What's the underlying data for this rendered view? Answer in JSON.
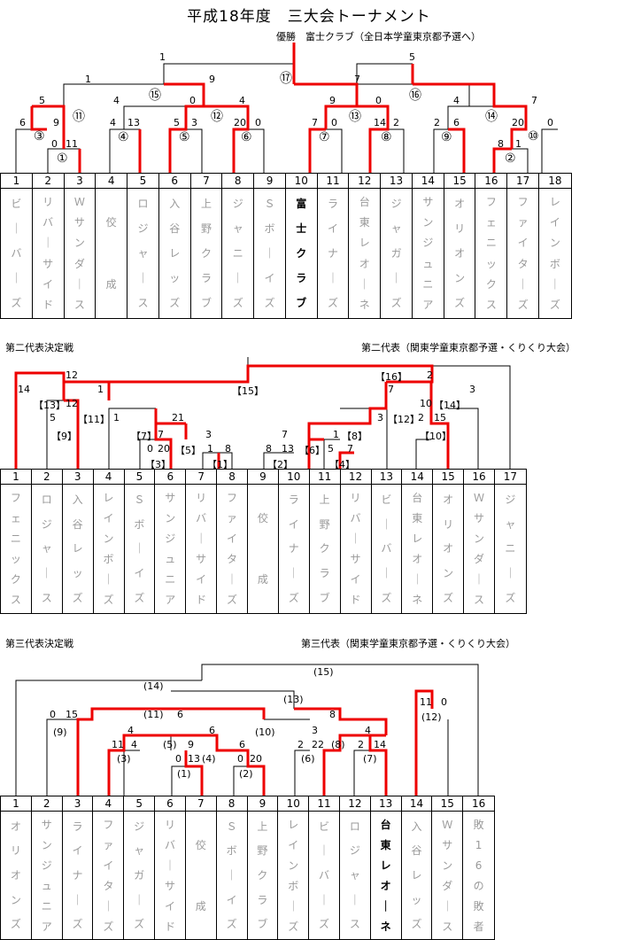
{
  "title": "平成18年度　三大会トーナメント",
  "champion": "優勝　富士クラブ（全日本学童東京都予選へ）",
  "section2": {
    "heading": "第二代表決定戦",
    "rep": "第二代表（関東学童東京都予選・くりくり大会）"
  },
  "section3": {
    "heading": "第三代表決定戦",
    "rep": "第三代表（関東学童東京都予選・くりくり大会）"
  },
  "t1_teams": [
    {
      "no": "1",
      "name": "ビーバーズ"
    },
    {
      "no": "2",
      "name": "リバーサイド"
    },
    {
      "no": "3",
      "name": "Ｗサンダース"
    },
    {
      "no": "4",
      "name": "佼成"
    },
    {
      "no": "5",
      "name": "ロジャース"
    },
    {
      "no": "6",
      "name": "入谷レッズ"
    },
    {
      "no": "7",
      "name": "上野クラブ"
    },
    {
      "no": "8",
      "name": "ジャニーズ"
    },
    {
      "no": "9",
      "name": "Ｓボーイズ"
    },
    {
      "no": "10",
      "name": "富士クラブ"
    },
    {
      "no": "11",
      "name": "ライナーズ"
    },
    {
      "no": "12",
      "name": "台東レオーネ"
    },
    {
      "no": "13",
      "name": "ジャガーズ"
    },
    {
      "no": "14",
      "name": "サンジュニア"
    },
    {
      "no": "15",
      "name": "オリオンズ"
    },
    {
      "no": "16",
      "name": "フェニックス"
    },
    {
      "no": "17",
      "name": "ファイターズ"
    },
    {
      "no": "18",
      "name": "レインボーズ"
    }
  ],
  "t2_teams": [
    {
      "no": "1",
      "name": "フェニックス"
    },
    {
      "no": "2",
      "name": "ロジャース"
    },
    {
      "no": "3",
      "name": "入谷レッズ"
    },
    {
      "no": "4",
      "name": "レインボーズ"
    },
    {
      "no": "5",
      "name": "Ｓボーイズ"
    },
    {
      "no": "6",
      "name": "サンジュニア"
    },
    {
      "no": "7",
      "name": "リバーサイド"
    },
    {
      "no": "8",
      "name": "ファイターズ"
    },
    {
      "no": "9",
      "name": "佼成"
    },
    {
      "no": "10",
      "name": "ライナーズ"
    },
    {
      "no": "11",
      "name": "上野クラブ"
    },
    {
      "no": "12",
      "name": "リバーサイド"
    },
    {
      "no": "13",
      "name": "ビーバーズ"
    },
    {
      "no": "14",
      "name": "台東レオーネ"
    },
    {
      "no": "15",
      "name": "オリオンズ"
    },
    {
      "no": "16",
      "name": "Ｗサンダース"
    },
    {
      "no": "17",
      "name": "ジャニーズ"
    }
  ],
  "t3_teams": [
    {
      "no": "1",
      "name": "オリオンズ"
    },
    {
      "no": "2",
      "name": "サンジュニア"
    },
    {
      "no": "3",
      "name": "ライナーズ"
    },
    {
      "no": "4",
      "name": "ファイターズ"
    },
    {
      "no": "5",
      "name": "ジャガーズ"
    },
    {
      "no": "6",
      "name": "リバーサイド"
    },
    {
      "no": "7",
      "name": "佼成"
    },
    {
      "no": "8",
      "name": "Ｓボーイズ"
    },
    {
      "no": "9",
      "name": "上野クラブ"
    },
    {
      "no": "10",
      "name": "レインボーズ"
    },
    {
      "no": "11",
      "name": "ビーバーズ"
    },
    {
      "no": "12",
      "name": "ロジャース"
    },
    {
      "no": "13",
      "name": "台東レオーネ"
    },
    {
      "no": "14",
      "name": "入谷レッズ"
    },
    {
      "no": "15",
      "name": "Ｗサンダース"
    },
    {
      "no": "16",
      "name": "敗16の敗者"
    }
  ],
  "labels_t1": [
    "1",
    "5",
    "9",
    "7",
    "5",
    "4",
    "1",
    "7",
    "6",
    "9",
    "0",
    "11",
    "4",
    "13",
    "0",
    "5",
    "3",
    "20",
    "0",
    "4",
    "7",
    "0",
    "14",
    "2",
    "9",
    "0",
    "4",
    "2",
    "6",
    "20",
    "0",
    "8",
    "1",
    "①",
    "②",
    "③",
    "④",
    "⑤",
    "⑥",
    "⑦",
    "⑧",
    "⑨",
    "⑩",
    "⑪",
    "⑫",
    "⑬",
    "⑭",
    "⑮",
    "⑯",
    "⑰"
  ],
  "labels_t2": [
    "12",
    "2",
    "14",
    "1",
    "7",
    "8",
    "3",
    "【16】",
    "【15】",
    "【13】",
    "【14】",
    "5",
    "12",
    "【11】",
    "1",
    "21",
    "10",
    "3",
    "【12】",
    "2",
    "15",
    "【9】",
    "【7】",
    "7",
    "3",
    "【8】",
    "1",
    "7",
    "【10】",
    "0",
    "20",
    "【5】",
    "1",
    "8",
    "8",
    "13",
    "【6】",
    "5",
    "7",
    "【3】",
    "【1】",
    "【2】",
    "【4】"
  ],
  "labels_t3": [
    "(15)",
    "(14)",
    "(13)",
    "11",
    "0",
    "0",
    "15",
    "(11)",
    "6",
    "8",
    "(12)",
    "(9)",
    "4",
    "6",
    "(10)",
    "3",
    "4",
    "11",
    "4",
    "(5)",
    "9",
    "6",
    "2",
    "22",
    "(8)",
    "2",
    "14",
    "(3)",
    "0",
    "13",
    "(4)",
    "0",
    "20",
    "(6)",
    "(7)",
    "(1)",
    "(2)"
  ]
}
